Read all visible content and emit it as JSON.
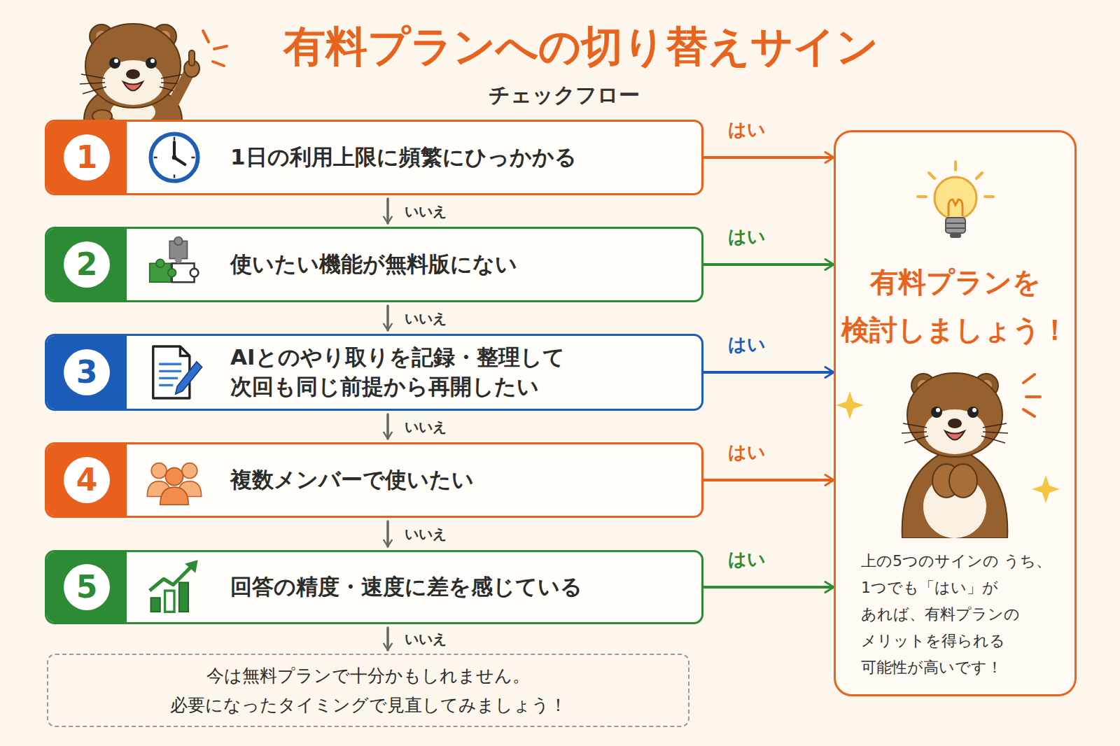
{
  "diagram": {
    "title": "有料プランへの切り替えサイン",
    "nodes": [
      {
        "text": [
          "1",
          "1日の利用上限に頻繁にひっかかる"
        ]
      },
      {
        "text": [
          "2",
          "使いたい機能が無料版にない"
        ]
      },
      {
        "text": [
          "3",
          "AIとのやり取りを記録・整理して 次回も同じ前提から再開したい"
        ]
      },
      {
        "text": [
          "4",
          "複数メンバーで使いたい"
        ]
      },
      {
        "text": [
          "5",
          "回答の精度・速度に差を感じている"
        ]
      },
      {
        "text": [
          "有料プランを 検討しましょう！",
          "上の5つのサインの うち、1つでも「はい」が あれば、有料プランの メリットを得られる 可能性が高いです！"
        ]
      },
      {
        "text": [
          "今は無料プランで十分かもしれません。 必要になったタイミングで見直してみましょう！"
        ]
      }
    ],
    "edges": [
      {
        "from": 0,
        "to": 5,
        "label": "はい",
        "arrow": "to"
      },
      {
        "from": 0,
        "to": 1,
        "label": "いいえ",
        "arrow": "to"
      },
      {
        "from": 1,
        "to": 5,
        "label": "はい",
        "arrow": "to"
      },
      {
        "from": 1,
        "to": 2,
        "label": "いいえ",
        "arrow": "to"
      },
      {
        "from": 2,
        "to": 5,
        "label": "はい",
        "arrow": "to"
      },
      {
        "from": 2,
        "to": 3,
        "label": "いいえ",
        "arrow": "to"
      },
      {
        "from": 3,
        "to": 5,
        "label": "はい",
        "arrow": "to"
      },
      {
        "from": 3,
        "to": 4,
        "label": "いいえ",
        "arrow": "to"
      },
      {
        "from": 4,
        "to": 5,
        "label": "はい",
        "arrow": "to"
      },
      {
        "from": 4,
        "to": 6,
        "label": "いいえ",
        "arrow": "to"
      }
    ],
    "labels": [
      "チェックフロー"
    ]
  }
}
